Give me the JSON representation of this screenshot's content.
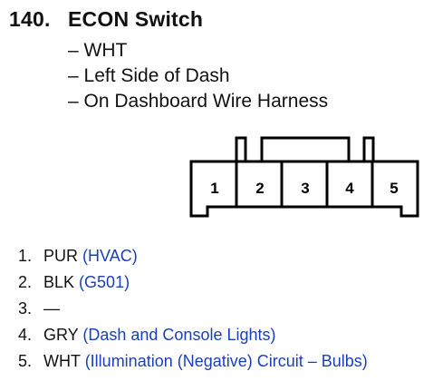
{
  "header": {
    "number": "140.",
    "title": "ECON Switch"
  },
  "details": [
    "– WHT",
    "– Left Side of Dash",
    "– On Dashboard Wire Harness"
  ],
  "connector": {
    "pin_labels": [
      "1",
      "2",
      "3",
      "4",
      "5"
    ]
  },
  "pins": [
    {
      "num": "1.",
      "wire": "PUR",
      "desc": "(HVAC)"
    },
    {
      "num": "2.",
      "wire": "BLK",
      "desc": "(G501)"
    },
    {
      "num": "3.",
      "wire": "—",
      "desc": ""
    },
    {
      "num": "4.",
      "wire": "GRY",
      "desc": "(Dash and Console Lights)"
    },
    {
      "num": "5.",
      "wire": "WHT",
      "desc": "(Illumination (Negative) Circuit – Bulbs)"
    }
  ],
  "colors": {
    "text": "#111111",
    "link": "#1a3fb8"
  }
}
